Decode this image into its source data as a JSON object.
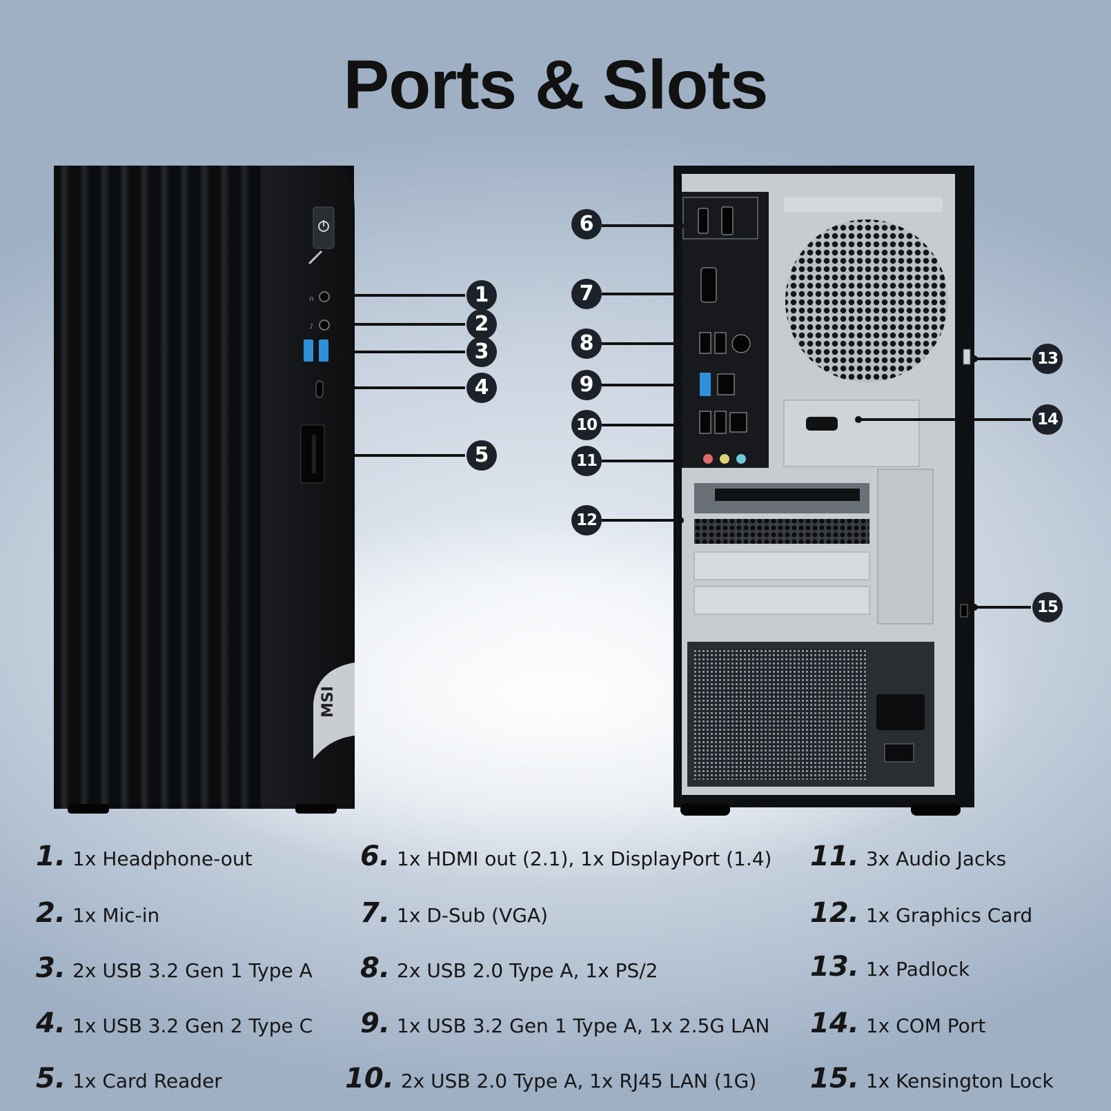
{
  "title": "Ports & Slots",
  "brand": {
    "logo_text": "MSI"
  },
  "callouts": [
    "1",
    "2",
    "3",
    "4",
    "5",
    "6",
    "7",
    "8",
    "9",
    "10",
    "11",
    "12",
    "13",
    "14",
    "15"
  ],
  "legend": [
    {
      "num": "1.",
      "desc": "1x Headphone-out"
    },
    {
      "num": "2.",
      "desc": "1x Mic-in"
    },
    {
      "num": "3.",
      "desc": "2x USB 3.2 Gen 1 Type A"
    },
    {
      "num": "4.",
      "desc": "1x USB 3.2 Gen 2 Type C"
    },
    {
      "num": "5.",
      "desc": "1x Card Reader"
    },
    {
      "num": "6.",
      "desc": "1x HDMI out (2.1), 1x DisplayPort (1.4)"
    },
    {
      "num": "7.",
      "desc": "1x D-Sub (VGA)"
    },
    {
      "num": "8.",
      "desc": "2x USB 2.0 Type A, 1x PS/2"
    },
    {
      "num": "9.",
      "desc": "1x USB 3.2 Gen 1 Type A, 1x 2.5G LAN"
    },
    {
      "num": "10.",
      "desc": "2x USB 2.0 Type A, 1x RJ45 LAN (1G)"
    },
    {
      "num": "11.",
      "desc": "3x Audio Jacks"
    },
    {
      "num": "12.",
      "desc": "1x Graphics Card"
    },
    {
      "num": "13.",
      "desc": "1x Padlock"
    },
    {
      "num": "14.",
      "desc": "1x COM Port"
    },
    {
      "num": "15.",
      "desc": "1x Kensington Lock"
    }
  ],
  "colors": {
    "background": "#c9d3df",
    "title": "#111111",
    "case": "#111418",
    "callout": "#1d2129",
    "usb_blue": "#2f8fd8"
  },
  "icons": [
    "power-icon",
    "headphone-icon",
    "mic-icon",
    "usb-icon",
    "lan-icon"
  ]
}
